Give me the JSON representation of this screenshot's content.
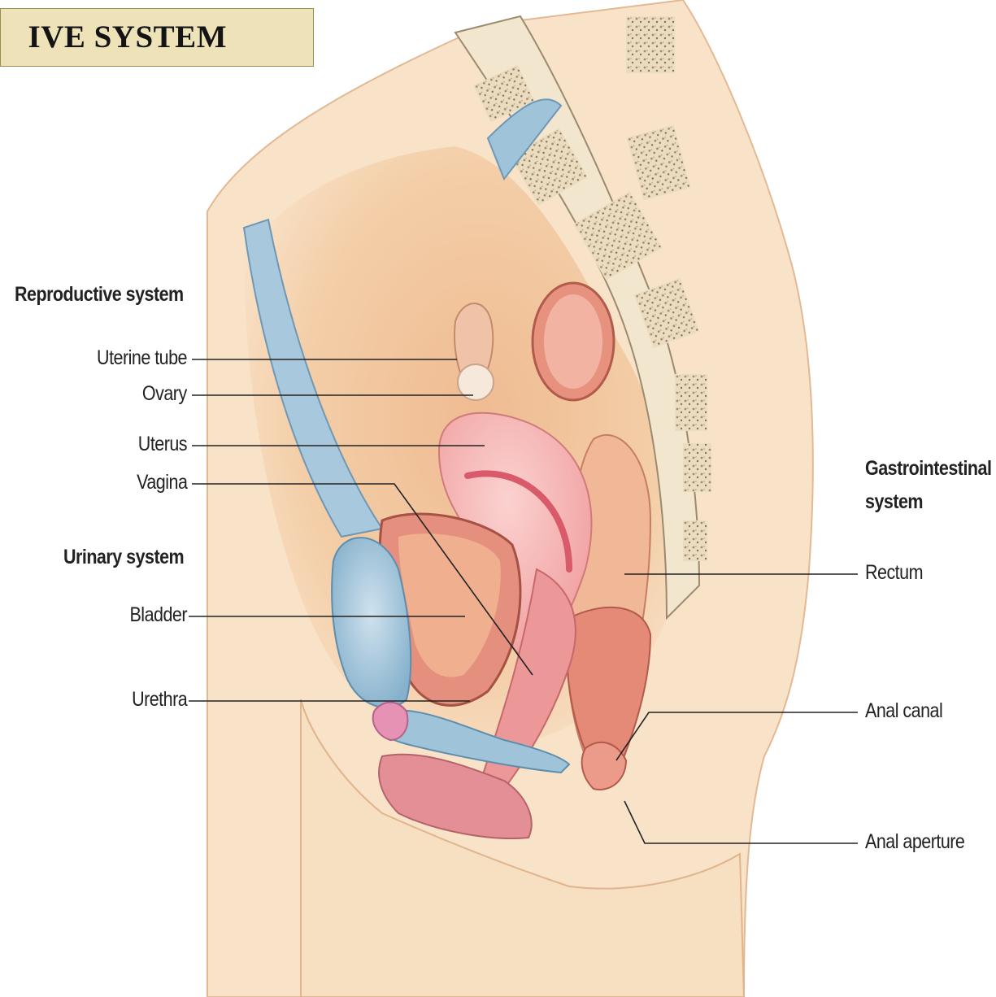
{
  "banner": {
    "title": "IVE SYSTEM"
  },
  "groups": {
    "reproductive": "Reproductive system",
    "urinary": "Urinary system",
    "gastro_line1": "Gastrointestinal",
    "gastro_line2": "system"
  },
  "labels": {
    "uterine_tube": "Uterine tube",
    "ovary": "Ovary",
    "uterus": "Uterus",
    "vagina": "Vagina",
    "bladder": "Bladder",
    "urethra": "Urethra",
    "rectum": "Rectum",
    "anal_canal": "Anal canal",
    "anal_aperture": "Anal aperture"
  },
  "colors": {
    "skin": "#f6dcbd",
    "tissue": "#efb98f",
    "uterus": "#f3a9a9",
    "bladder": "#9fc3d8",
    "bone": "#f3ead8",
    "rectum": "#e58a77",
    "banner": "#eee3b8"
  }
}
